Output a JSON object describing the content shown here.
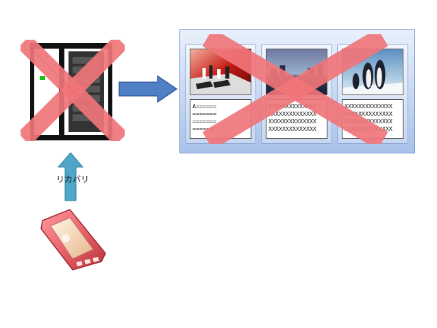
{
  "diagram": {
    "recovery_label": "リカバリ",
    "cards": [
      {
        "id": "card-1",
        "lines": [
          "A======",
          "=======",
          "=======",
          "======"
        ]
      },
      {
        "id": "card-2",
        "lines": [
          "XXXXXXXXXXXXXX",
          "XXXXXXXXXXXXXX",
          "XXXXXXXXXXXXXX",
          "XXXXXXXXXXXXXX"
        ]
      },
      {
        "id": "card-3",
        "lines": [
          "XXXXXXXXXXXXXX",
          "XXXXXXXXXXXXXX",
          "XXXXXXXXXXXXXX",
          "XXXXXXXXXXXXXX"
        ]
      }
    ],
    "colors": {
      "cross": "#f0757a",
      "arrow_right": "#4f7fc4",
      "arrow_up": "#4fa6c6",
      "device": "#e9636b"
    }
  }
}
